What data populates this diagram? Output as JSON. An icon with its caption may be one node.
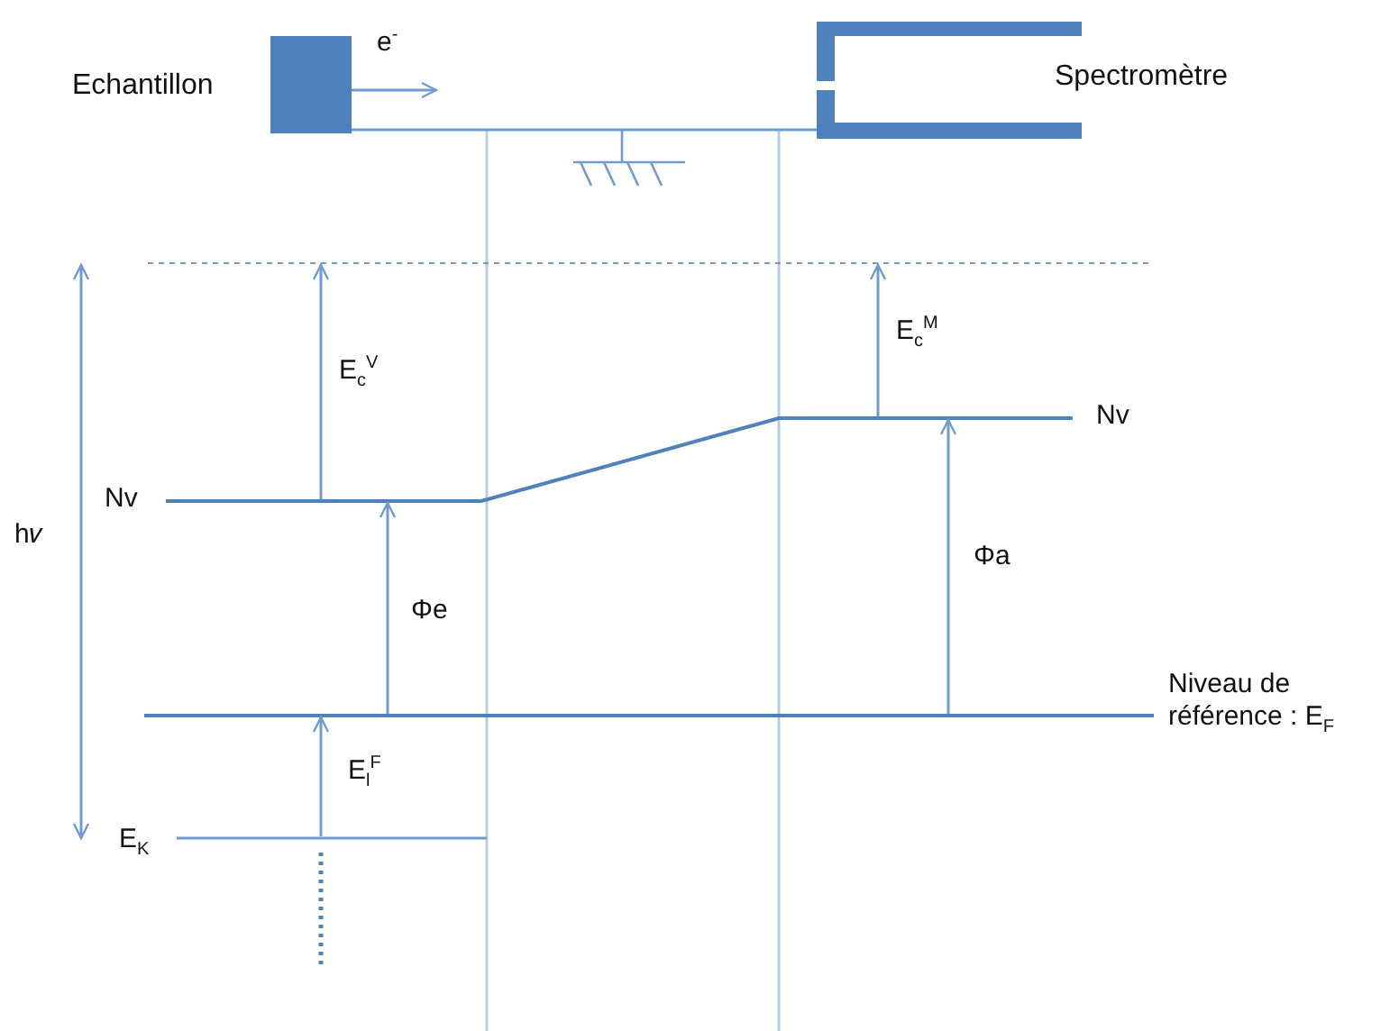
{
  "diagram": {
    "nodes": [
      {
        "text": [],
        "shape": "box",
        "beside": [
          "Echantillon"
        ]
      },
      {
        "text": [],
        "shape": "picture",
        "beside": [
          "Spectromètre"
        ]
      }
    ],
    "edges": [
      {
        "from": 0,
        "to": 1,
        "arrow": "none"
      },
      {
        "from": 0,
        "to": null,
        "arrow": "to",
        "label": "e$^{-}$"
      }
    ],
    "labels": [
      "E$_{c}$$^{M}$",
      "E$_{c}$$^{V}$",
      "Nv",
      "Nv",
      "h𝜈",
      "Φa",
      "Φe",
      "Niveau de référence : E$_{F}$",
      "E$_{l}$$^{F}$",
      "E$_{K}$"
    ]
  }
}
